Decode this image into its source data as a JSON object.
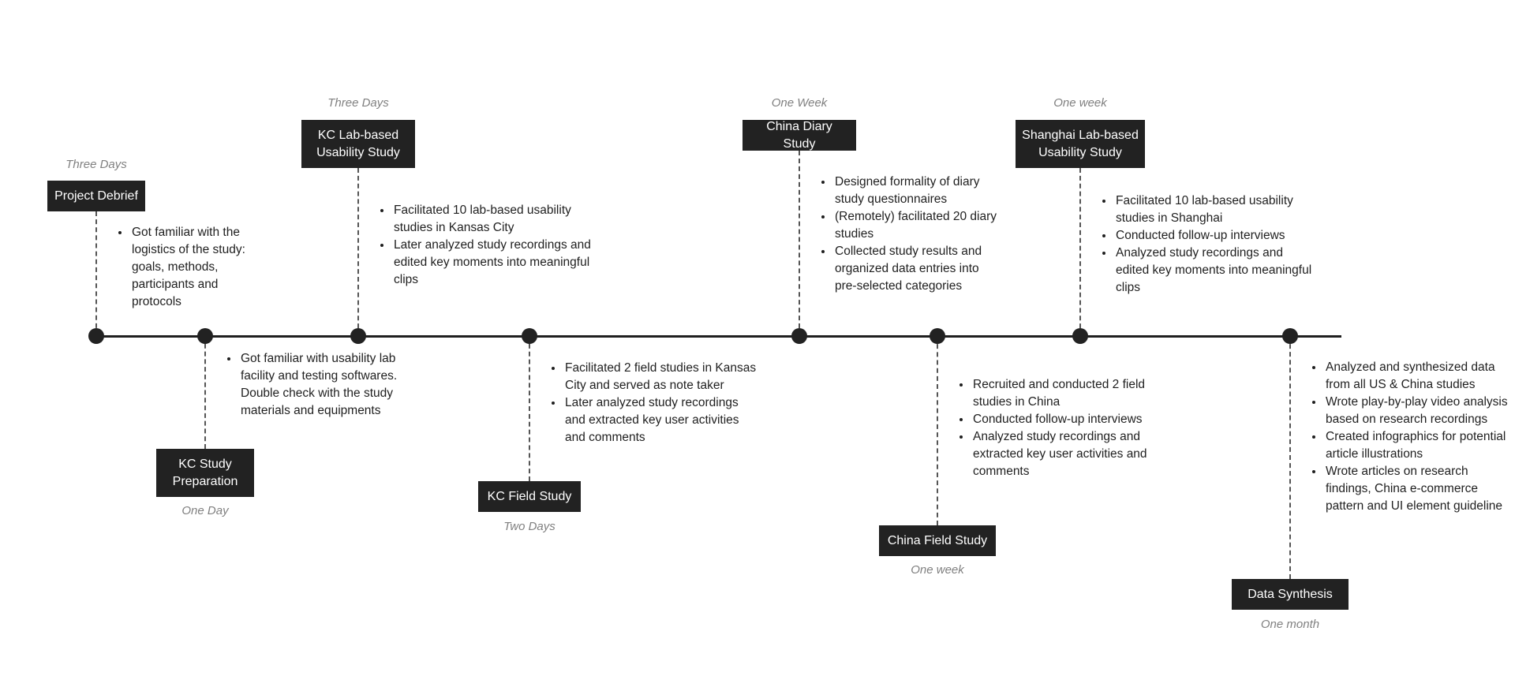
{
  "phases": [
    {
      "title": "Project Debrief",
      "duration": "Three Days",
      "bullets": [
        "Got familiar with the logistics of the study: goals, methods, participants and protocols"
      ]
    },
    {
      "title": "KC Study Preparation",
      "duration": "One Day",
      "bullets": [
        "Got familiar with usability lab facility and testing softwares. Double check with the study materials and equipments"
      ]
    },
    {
      "title": "KC Lab-based Usability Study",
      "duration": "Three Days",
      "bullets": [
        "Facilitated 10 lab-based usability studies in Kansas City",
        "Later analyzed study recordings and edited key moments into meaningful clips"
      ]
    },
    {
      "title": "KC Field Study",
      "duration": "Two Days",
      "bullets": [
        "Facilitated 2 field studies in Kansas City and served as note taker",
        "Later analyzed study recordings and extracted key user activities and comments"
      ]
    },
    {
      "title": "China Diary Study",
      "duration": "One Week",
      "bullets": [
        "Designed formality of diary study questionnaires",
        "(Remotely) facilitated 20 diary studies",
        "Collected study results and organized data entries into pre-selected categories"
      ]
    },
    {
      "title": "China Field Study",
      "duration": "One week",
      "bullets": [
        "Recruited and conducted 2 field studies in China",
        "Conducted follow-up interviews",
        "Analyzed study recordings and extracted key user activities and comments"
      ]
    },
    {
      "title": "Shanghai Lab-based Usability Study",
      "duration": "One week",
      "bullets": [
        "Facilitated 10 lab-based usability studies in Shanghai",
        "Conducted follow-up interviews",
        "Analyzed study recordings and edited key moments into meaningful clips"
      ]
    },
    {
      "title": "Data Synthesis",
      "duration": "One month",
      "bullets": [
        "Analyzed and synthesized data from all US & China studies",
        "Wrote play-by-play video analysis based on research recordings",
        "Created infographics for potential article illustrations",
        "Wrote articles on research findings, China e-commerce pattern and UI element guideline"
      ]
    }
  ]
}
